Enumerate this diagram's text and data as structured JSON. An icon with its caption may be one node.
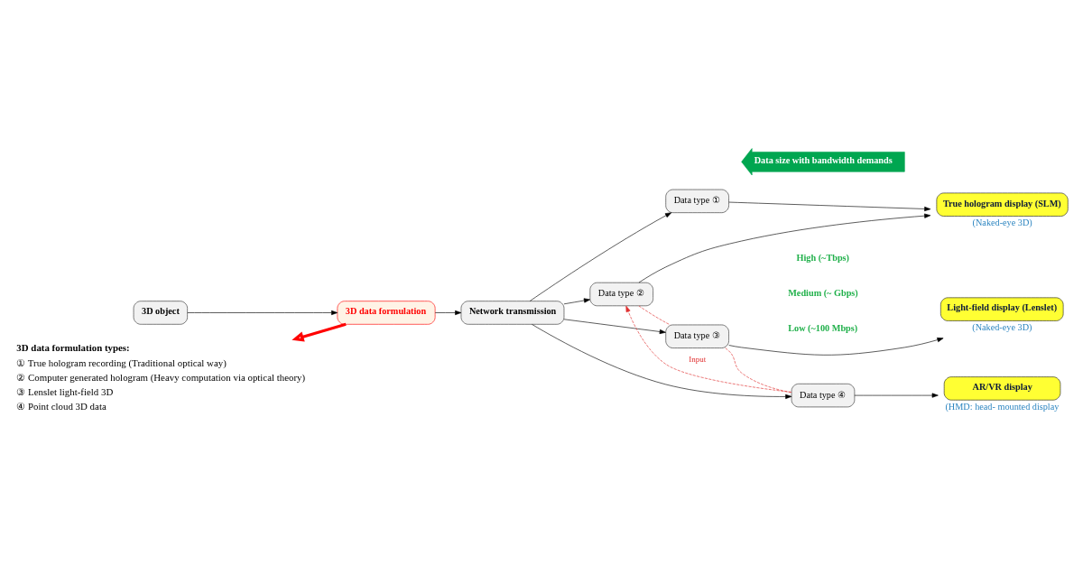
{
  "diagram": {
    "nodes": [
      {
        "text": [
          "3D object"
        ]
      },
      {
        "text": [
          "3D data formulation"
        ]
      },
      {
        "text": [
          "Network transmission"
        ]
      },
      {
        "text": [
          "Data type ①"
        ]
      },
      {
        "text": [
          "Data type ②"
        ]
      },
      {
        "text": [
          "Data type ③"
        ]
      },
      {
        "text": [
          "Data type ④"
        ]
      },
      {
        "text": [
          "True hologram display (SLM)"
        ],
        "beside": [
          "(Naked-eye 3D)"
        ]
      },
      {
        "text": [
          "Light-field display (Lenslet)"
        ],
        "beside": [
          "(Naked-eye 3D)"
        ]
      },
      {
        "text": [
          "AR/VR display"
        ],
        "beside": [
          "(HMD: head- mounted display"
        ]
      },
      {
        "text": [
          "Data size with bandwidth demands"
        ]
      },
      {
        "text": [
          "3D data formulation types:",
          "① True hologram recording (Traditional optical way)",
          "② Computer generated hologram (Heavy computation via optical theory)",
          "③ Lenslet light-field 3D",
          "④ Point cloud 3D data"
        ]
      }
    ],
    "edges": [
      {
        "from": 0,
        "to": 1,
        "arrow": "to"
      },
      {
        "from": 1,
        "to": 2,
        "arrow": "to"
      },
      {
        "from": 2,
        "to": 3,
        "arrow": "to"
      },
      {
        "from": 2,
        "to": 4,
        "arrow": "to"
      },
      {
        "from": 2,
        "to": 5,
        "arrow": "to"
      },
      {
        "from": 2,
        "to": 6,
        "arrow": "to"
      },
      {
        "from": 3,
        "to": 7,
        "arrow": "to"
      },
      {
        "from": 4,
        "to": 7,
        "arrow": "to"
      },
      {
        "from": 5,
        "to": 8,
        "arrow": "to"
      },
      {
        "from": 6,
        "to": 9,
        "arrow": "to"
      },
      {
        "from": 1,
        "to": 11,
        "arrow": "to",
        "style": "thick",
        "color": "#ff0000"
      },
      {
        "from": 4,
        "to": 5,
        "arrow": "none",
        "style": "dashed",
        "color": "#e03030"
      },
      {
        "from": 5,
        "to": 6,
        "arrow": "none",
        "style": "dashed",
        "color": "#e03030"
      },
      {
        "from": 6,
        "to": 4,
        "arrow": "to",
        "label": "Input",
        "style": "dashed",
        "color": "#e03030"
      }
    ],
    "labels": [
      "High (~Tbps)",
      "Medium (~ Gbps)",
      "Low (~100 Mbps)"
    ]
  }
}
